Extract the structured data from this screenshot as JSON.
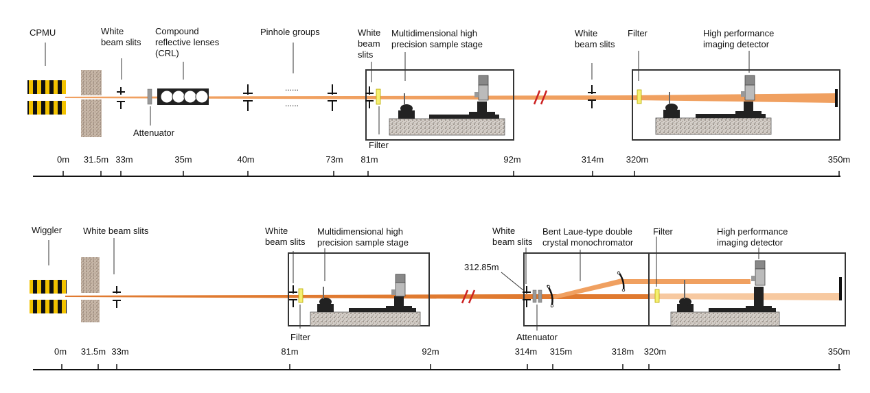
{
  "top": {
    "labels": {
      "source": "CPMU",
      "slits1_l1": "White",
      "slits1_l2": "beam slits",
      "crl_l1": "Compound",
      "crl_l2": "reflective lenses",
      "crl_l3": "(CRL)",
      "pinhole": "Pinhole groups",
      "attenuator": "Attenuator",
      "slits2_l1": "White",
      "slits2_l2": "beam",
      "slits2_l3": "slits",
      "stage_l1": "Multidimensional high",
      "stage_l2": "precision sample stage",
      "filter1": "Filter",
      "slits3_l1": "White",
      "slits3_l2": "beam slits",
      "filter2": "Filter",
      "detector_l1": "High performance",
      "detector_l2": "imaging detector"
    },
    "positions": [
      "0m",
      "31.5m",
      "33m",
      "35m",
      "40m",
      "73m",
      "81m",
      "92m",
      "314m",
      "320m",
      "350m"
    ]
  },
  "bottom": {
    "labels": {
      "source": "Wiggler",
      "slits1": "White beam slits",
      "slits2_l1": "White",
      "slits2_l2": "beam slits",
      "stage_l1": "Multidimensional high",
      "stage_l2": "precision sample stage",
      "filter1": "Filter",
      "dist": "312.85m",
      "slits3_l1": "White",
      "slits3_l2": "beam slits",
      "mono_l1": "Bent Laue-type double",
      "mono_l2": "crystal monochromator",
      "attenuator": "Attenuator",
      "filter2": "Filter",
      "detector_l1": "High performance",
      "detector_l2": "imaging detector"
    },
    "positions": [
      "0m",
      "31.5m",
      "33m",
      "81m",
      "92m",
      "314m",
      "315m",
      "318m",
      "320m",
      "350m"
    ]
  },
  "colors": {
    "beam": "#f0a060",
    "beam_dark": "#e07a30",
    "break_mark": "#cc2222",
    "filter": "#f5ef70",
    "granite": "#b8a898",
    "stage_base": "#c8c8c8"
  }
}
